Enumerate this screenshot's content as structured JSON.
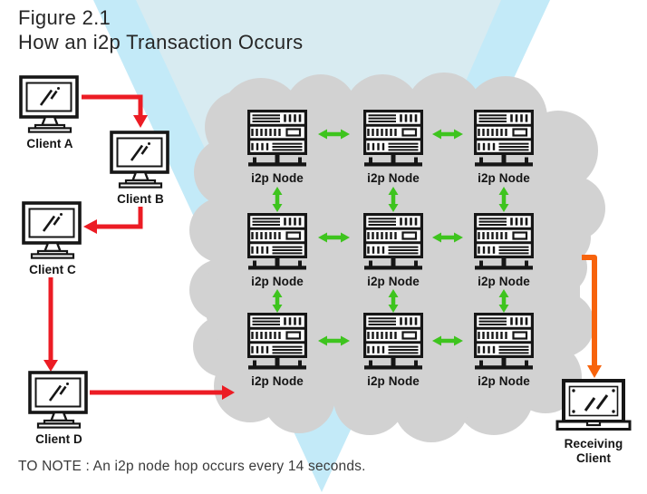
{
  "figure": {
    "title_line1": "Figure 2.1",
    "title_line2": "How an i2p Transaction Occurs",
    "note": "TO NOTE : An i2p node hop occurs every 14 seconds."
  },
  "clients": [
    {
      "label": "Client A",
      "icon": "desktop-monitor-icon"
    },
    {
      "label": "Client B",
      "icon": "desktop-monitor-icon"
    },
    {
      "label": "Client C",
      "icon": "desktop-monitor-icon"
    },
    {
      "label": "Client D",
      "icon": "desktop-monitor-icon"
    }
  ],
  "network": {
    "node_label": "i2p Node",
    "node_icon": "server-rack-icon",
    "rows": 3,
    "cols": 3
  },
  "receiving_client": {
    "label_line1": "Receiving",
    "label_line2": "Client",
    "icon": "laptop-icon"
  },
  "colors": {
    "arrow_red": "#ec1c24",
    "arrow_green": "#3ec41e",
    "arrow_orange": "#f7630c",
    "cloud_gray": "#d2d2d2",
    "triangle_bright": "#c3eaf8",
    "triangle_pale": "#d8ebf1"
  }
}
